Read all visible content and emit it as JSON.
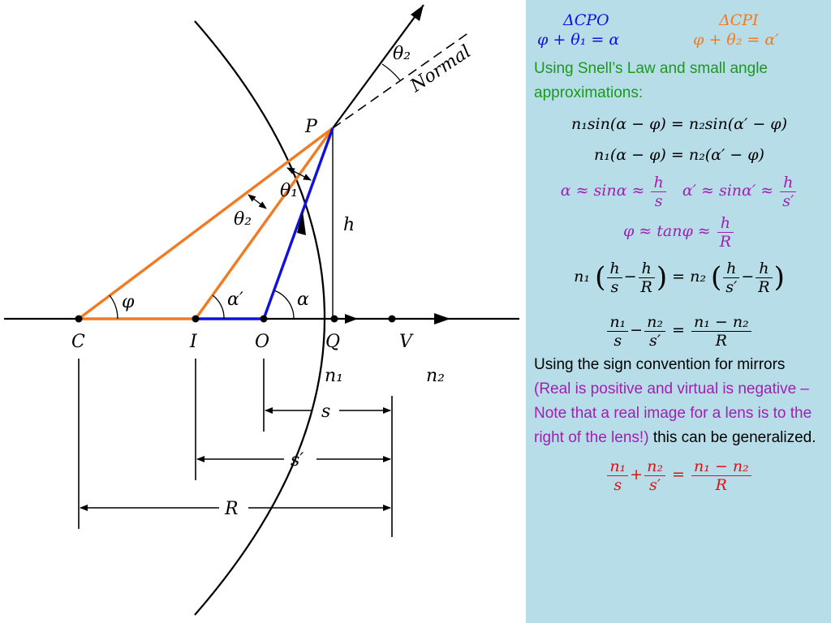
{
  "colors": {
    "blue": "#1111dd",
    "orange": "#f07b22",
    "green": "#1a9a1a",
    "purple": "#a020b0",
    "red": "#dd1111",
    "panel_bg": "#b7dde9"
  },
  "diagram": {
    "labels": {
      "C": "C",
      "I": "I",
      "O": "O",
      "Q": "Q",
      "V": "V",
      "P": "P",
      "h": "h",
      "s": "s",
      "s_prime": "s′",
      "R": "R",
      "n1": "n₁",
      "n2": "n₂",
      "phi": "φ",
      "alpha": "α",
      "alpha_prime": "α′",
      "theta1": "θ₁",
      "theta2_left": "θ₂",
      "theta2_top": "θ₂",
      "normal": "Normal"
    }
  },
  "panel": {
    "triangle_cpo": {
      "title": "ΔCPO",
      "eq": "φ + θ₁ = α"
    },
    "triangle_cpi": {
      "title": "ΔCPI",
      "eq": "φ + θ₂ = α′"
    },
    "snell_intro": "Using Snell’s Law and small angle approximations:",
    "snell_eq": "n₁sin(α − φ) = n₂sin(α′ − φ)",
    "small_eq": "n₁(α − φ) = n₂(α′ − φ)",
    "approx_alpha_prefix": "α ≈ sinα ≈",
    "approx_alpha_prime_prefix": "α′ ≈ sinα′ ≈",
    "approx_phi_prefix": "φ ≈ tanφ ≈",
    "sym": {
      "h": "h",
      "s": "s",
      "s_prime": "s′",
      "R": "R",
      "n1": "n₁",
      "n2": "n₂",
      "n1_minus_n2": "n₁ − n₂",
      "minus": "−",
      "plus": "+",
      "equals": "=",
      "lparen": "(",
      "rparen": ")"
    },
    "sign_text_black": "Using the sign convention for mirrors",
    "sign_text_purple": "(Real is positive and virtual is negative – Note that a real image for a lens is to the right of the lens!)",
    "sign_text_end": "this can be generalized."
  }
}
